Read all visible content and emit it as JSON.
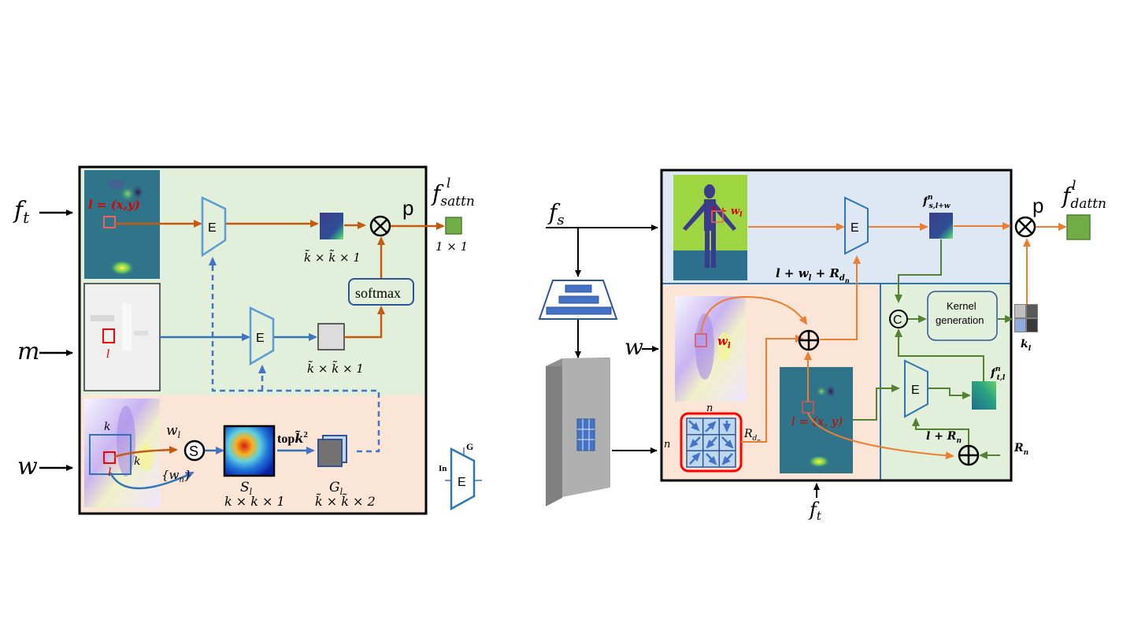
{
  "left_diagram": {
    "inputs": {
      "ft": "f",
      "ft_sub": "t",
      "m": "m",
      "w": "w"
    },
    "output": {
      "name": "f",
      "sub": "sattn",
      "sup": "l",
      "size": "1 × 1"
    },
    "labels": {
      "location": "l = (x,y)",
      "mask_loc": "l",
      "encoder": "E",
      "p": "p",
      "k_tilde_dim_top": "k̃ × k̃ × 1",
      "k_tilde_dim_mid": "k̃ × k̃ × 1",
      "softmax": "softmax",
      "k_side_top": "k",
      "k_side_right": "k",
      "w_loc": "l",
      "wl": "w",
      "wl_sub": "l",
      "wn": "{w",
      "wn_sub": "n",
      "wn_close": "}",
      "similarity": "S",
      "topk": "top",
      "topk_k": "k̃",
      "topk_sup": "2",
      "S_name": "S",
      "S_sub": "l",
      "S_dim": "k × k × 1",
      "G_name": "G",
      "G_sub": "l",
      "G_dim": "k̃ × k̃ × 2"
    },
    "legend": {
      "in": "In",
      "g": "G",
      "e": "E"
    }
  },
  "right_diagram": {
    "inputs": {
      "fs": "f",
      "fs_sub": "s",
      "w": "w",
      "n_side": "n",
      "ft": "f",
      "ft_sub": "t"
    },
    "output": {
      "name": "f",
      "sub": "dattn",
      "sup": "l"
    },
    "labels": {
      "l_plus_wl": "l + w",
      "l_plus_wl_sub": "l",
      "encoder": "E",
      "fs_feat": "f",
      "fs_feat_sup": "n",
      "fs_feat_sub": "s,l+w",
      "p": "p",
      "l_wl_rdn": "l + w",
      "l_wl_rdn_sub": "l",
      "l_wl_rdn_tail": " + R",
      "l_wl_rdn_tail_sub": "d",
      "l_wl_rdn_tail_subsub": "n",
      "wl": "w",
      "wl_sub": "l",
      "n_top": "n",
      "n_left": "n",
      "Rdn": "R",
      "Rdn_sub": "d",
      "Rdn_subsub": "n",
      "location": "l = (x, y)",
      "concat": "C",
      "kernel_gen_line1": "Kernel",
      "kernel_gen_line2": "generation",
      "kl": "k",
      "kl_sub": "l",
      "ft_feat": "f",
      "ft_feat_sup": "n",
      "ft_feat_sub": "t,l",
      "l_plus_Rn": "l + R",
      "l_plus_Rn_sub": "n",
      "Rn": "R",
      "Rn_sub": "n"
    }
  },
  "colors": {
    "orange_left": "#c55a11",
    "orange_right": "#ed7d31",
    "blue": "#4472c4",
    "green": "#548235",
    "red": "#ff0000",
    "bg_green": "#e2efda",
    "bg_peach": "#fbe5d6",
    "bg_blue": "#dde8f4",
    "out_green": "#70ad47"
  }
}
